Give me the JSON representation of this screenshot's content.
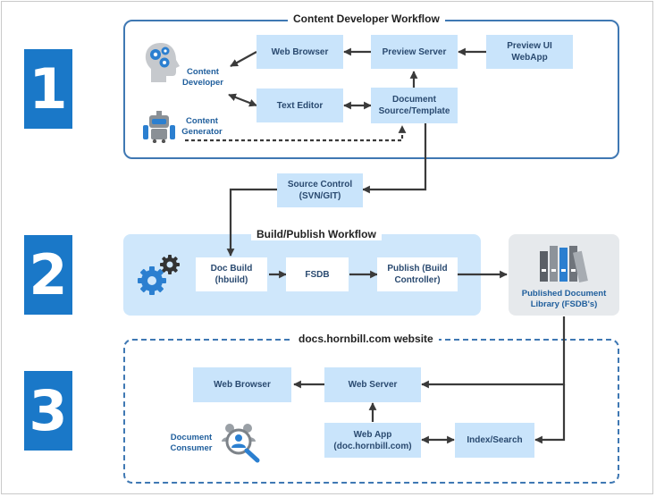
{
  "sections": {
    "s1": {
      "number": "1",
      "title": "Content Developer  Workflow"
    },
    "s2": {
      "number": "2",
      "title": "Build/Publish Workflow"
    },
    "s3": {
      "number": "3",
      "title": "docs.hornbill.com website"
    }
  },
  "nodes": {
    "web_browser_1": "Web Browser",
    "preview_server": "Preview Server",
    "preview_ui": "Preview UI\nWebApp",
    "text_editor": "Text Editor",
    "doc_source": "Document\nSource/Template",
    "source_control": "Source Control\n(SVN/GIT)",
    "doc_build": "Doc Build\n(hbuild)",
    "fsdb": "FSDB",
    "publish": "Publish (Build\nController)",
    "web_browser_3": "Web Browser",
    "web_server": "Web Server",
    "web_app": "Web App\n(doc.hornbill.com)",
    "index_search": "Index/Search"
  },
  "labels": {
    "content_developer": "Content\nDeveloper",
    "content_generator": "Content\nGenerator",
    "published_library": "Published Document\nLibrary (FSDB's)",
    "document_consumer": "Document\nConsumer"
  },
  "icons": [
    "brain-gears-icon",
    "robot-icon",
    "gears-icon",
    "binders-icon",
    "user-group-search-icon"
  ],
  "colors": {
    "accent": "#1a78c8",
    "box_fill": "#c9e4fb",
    "section_fill": "#cfe7fb",
    "library_fill": "#e6e9ec",
    "text": "#2a4a70"
  }
}
